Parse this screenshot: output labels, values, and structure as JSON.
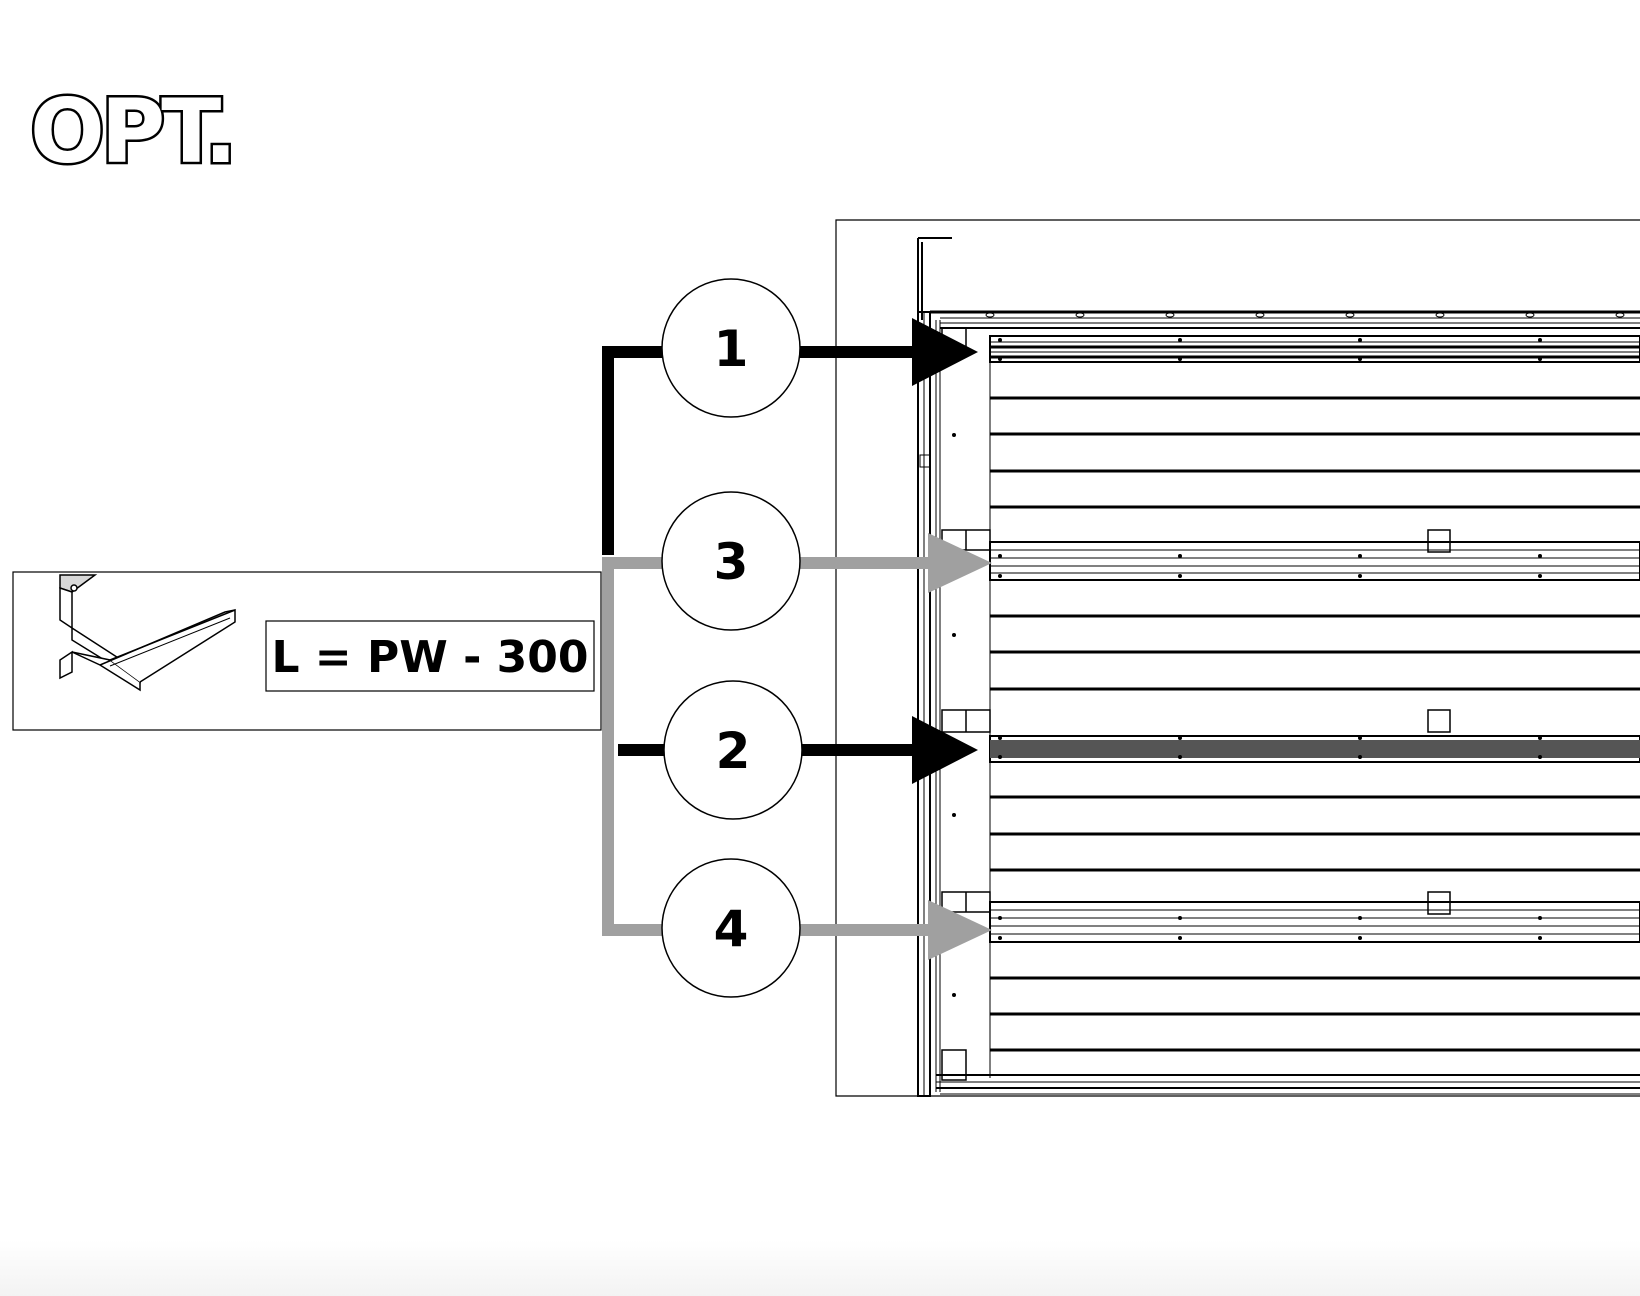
{
  "header": {
    "title": "OPT."
  },
  "part_callout": {
    "formula": "L = PW - 300"
  },
  "steps": [
    {
      "label": "1",
      "color": "#000000"
    },
    {
      "label": "3",
      "color": "#a0a0a0"
    },
    {
      "label": "2",
      "color": "#000000"
    },
    {
      "label": "4",
      "color": "#a0a0a0"
    }
  ],
  "colors": {
    "primary_arrow": "#000000",
    "secondary_arrow": "#a0a0a0",
    "line": "#000000"
  },
  "icons": {
    "part": "z-profile-strut-icon",
    "door": "sectional-garage-door-panel"
  }
}
